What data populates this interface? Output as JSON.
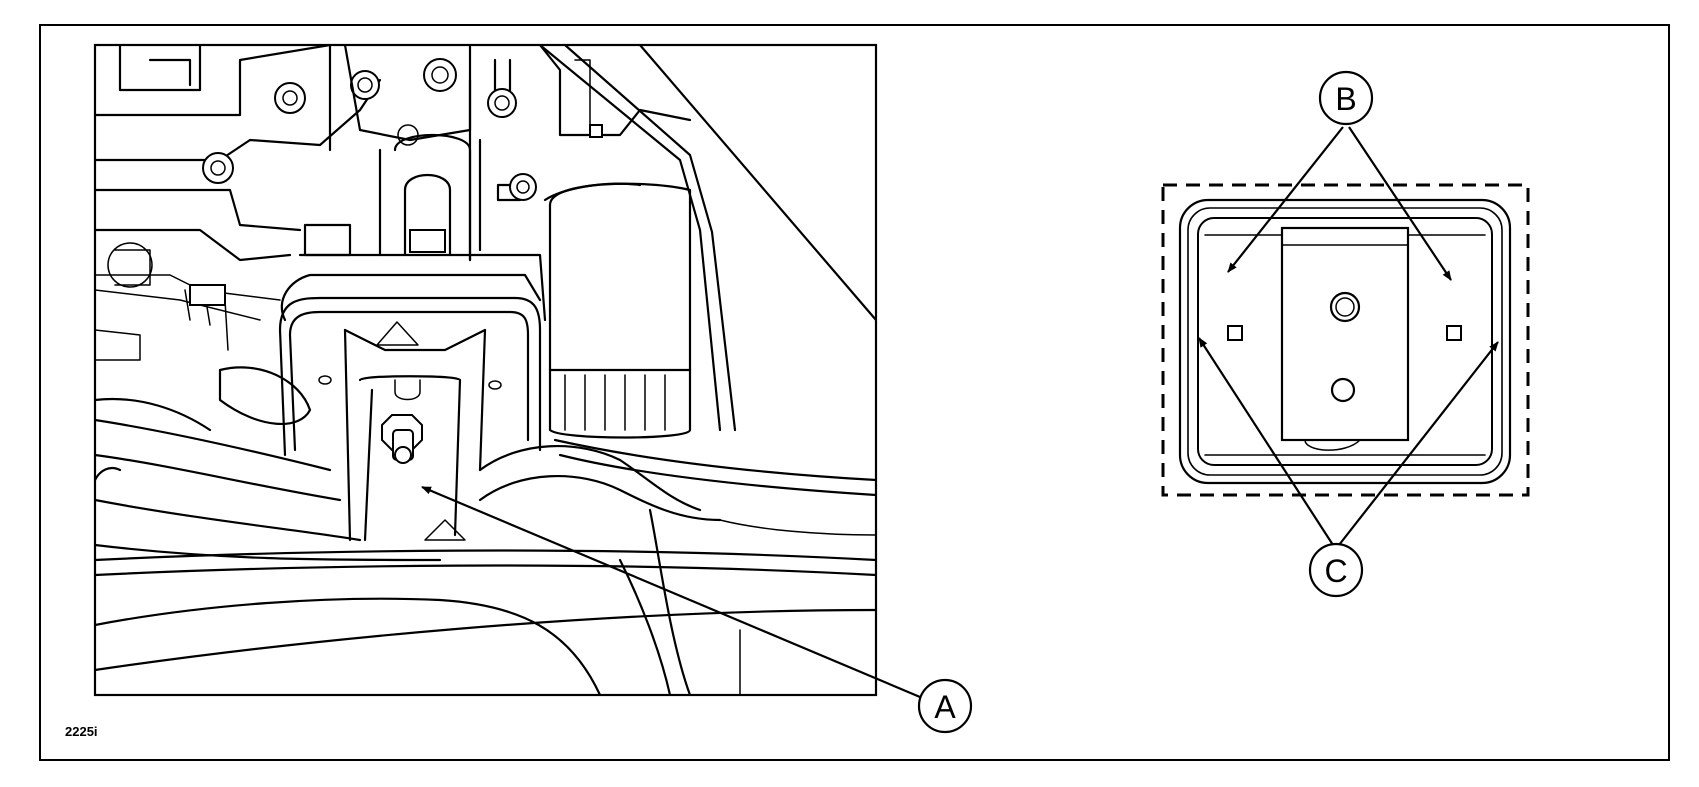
{
  "figure": {
    "number": "2225i",
    "callouts": {
      "a": "A",
      "b": "B",
      "c": "C"
    }
  }
}
